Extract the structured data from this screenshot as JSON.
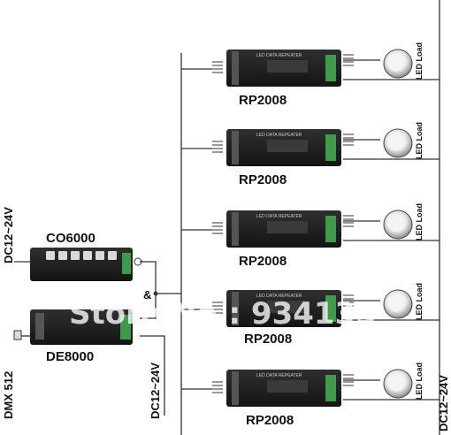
{
  "devices": {
    "controller": {
      "model": "CO6000"
    },
    "decoder": {
      "model": "DE8000"
    },
    "repeaters": [
      {
        "model": "RP2008",
        "load_label": "LED Load"
      },
      {
        "model": "RP2008",
        "load_label": "LED Load"
      },
      {
        "model": "RP2008",
        "load_label": "LED Load"
      },
      {
        "model": "RP2008",
        "load_label": "LED Load"
      },
      {
        "model": "RP2008",
        "load_label": "LED Load"
      }
    ],
    "repeater_panel_text": "LED DATA REPEATER"
  },
  "labels": {
    "dc_controller": "DC12~24V",
    "dc_decoder": "DC12~24V",
    "dc_right": "DC12~24V",
    "dmx_input": "DMX 512",
    "junction": "&"
  },
  "watermark": "Store No.: 934133",
  "colors": {
    "line": "#333333",
    "device_body": "#1c1c1c",
    "terminal_green": "#3e9b4a",
    "led_lens": "#eeeeee"
  }
}
